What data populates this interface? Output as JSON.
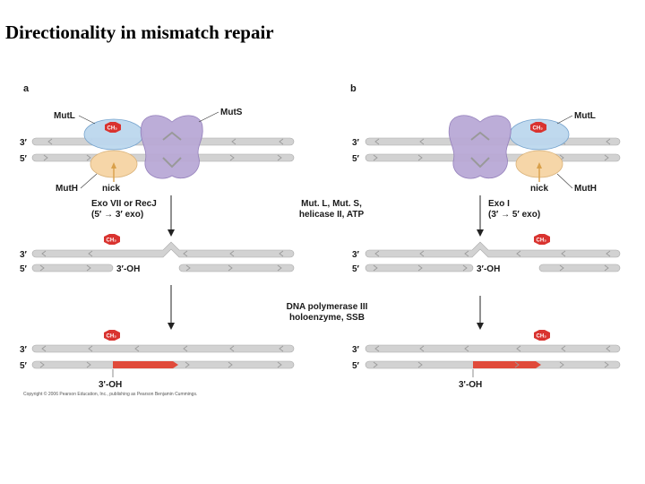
{
  "title": "Directionality in mismatch repair",
  "panels": {
    "a": "a",
    "b": "b"
  },
  "strand_ends": {
    "three_prime": "3′",
    "five_prime": "5′"
  },
  "proteins": {
    "mutl": "MutL",
    "muts": "MutS",
    "muth": "MutH"
  },
  "labels": {
    "nick": "nick",
    "exo_a_line1": "Exo VII or RecJ",
    "exo_a_line2": "(5′ → 3′ exo)",
    "exo_b_line1": "Exo I",
    "exo_b_line2": "(3′ → 5′ exo)",
    "middle1_line1": "Mut. L, Mut. S,",
    "middle1_line2": "helicase II, ATP",
    "middle2_line1": "DNA polymerase III",
    "middle2_line2": "holoenzyme, SSB",
    "three_oh": "3′-OH",
    "three_oh_bottom": "3'-OH",
    "ch3": "CH₃"
  },
  "copyright": "Copyright © 2006 Pearson Education, Inc., publishing as Pearson Benjamin Cummings.",
  "colors": {
    "strand": "#d2d2d2",
    "strand_outline": "#a8a8a8",
    "new_dna": "#e04a3a",
    "mutl": "#bcd7ee",
    "muts": "#b9a9d6",
    "muth": "#f6d6a8",
    "methyl": "#d9332f"
  }
}
